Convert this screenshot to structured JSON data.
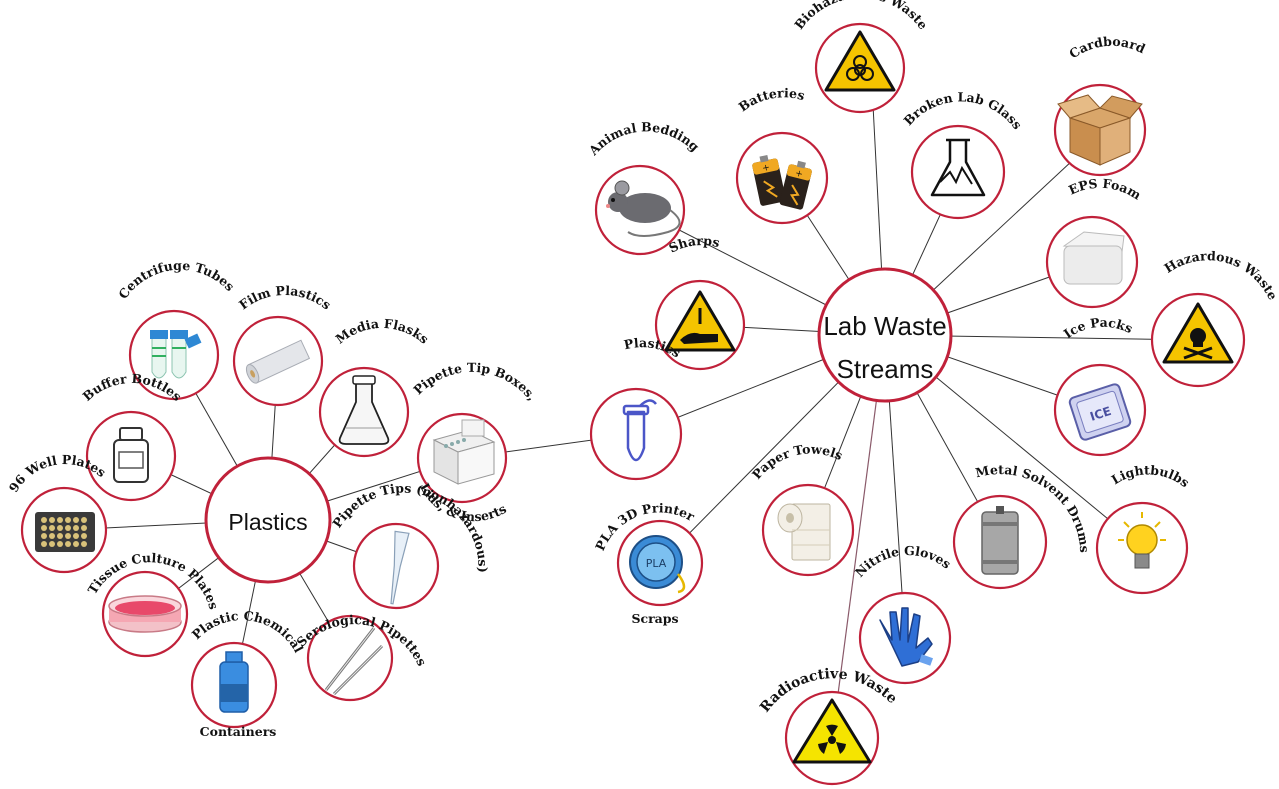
{
  "hubs": {
    "lab": {
      "line1": "Lab Waste",
      "line2": "Streams"
    },
    "plastics": {
      "label": "Plastics"
    }
  },
  "nodes": {
    "biohazardous": {
      "label": "Biohazardous Waste",
      "icon": "biohazard-icon"
    },
    "cardboard": {
      "label": "Cardboard",
      "icon": "cardboard-box-icon"
    },
    "batteries": {
      "label": "Batteries",
      "icon": "batteries-icon"
    },
    "broken_glass": {
      "label": "Broken Lab Glass",
      "icon": "broken-flask-icon"
    },
    "animal_bedding": {
      "label": "Animal Bedding",
      "icon": "mouse-icon"
    },
    "eps_foam": {
      "label": "EPS Foam",
      "icon": "foam-block-icon"
    },
    "hazardous": {
      "label": "Hazardous Waste",
      "icon": "skull-crossbones-icon"
    },
    "sharps": {
      "label": "Sharps",
      "icon": "sharps-warning-icon"
    },
    "ice_packs": {
      "label": "Ice Packs",
      "icon": "ice-pack-icon",
      "icon_text": "ICE"
    },
    "plastics_link": {
      "label": "Plastics",
      "icon": "microtube-icon"
    },
    "lightbulbs": {
      "label": "Lightbulbs",
      "icon": "lightbulb-icon"
    },
    "metal_drums": {
      "label": "Metal Solvent Drums",
      "icon": "keg-icon"
    },
    "paper_towels": {
      "label": "Paper Towels",
      "icon": "paper-towel-roll-icon"
    },
    "pla_printer": {
      "label_top": "PLA 3D Printer",
      "label_bottom": "Scraps",
      "icon": "filament-spool-icon",
      "icon_text": "PLA"
    },
    "nitrile_gloves": {
      "label": "Nitrile Gloves",
      "icon": "glove-icon"
    },
    "radioactive": {
      "label": "Radioactive Waste",
      "icon": "radiation-icon"
    },
    "centrifuge_tubes": {
      "label": "Centrifuge Tubes",
      "icon": "centrifuge-tubes-icon"
    },
    "film_plastics": {
      "label": "Film Plastics",
      "icon": "film-roll-icon"
    },
    "media_flasks": {
      "label": "Media Flasks",
      "icon": "erlenmeyer-flask-icon"
    },
    "buffer_bottles": {
      "label": "Buffer Bottles",
      "icon": "bottle-icon"
    },
    "pipette_tip_boxes": {
      "label_top": "Pipette Tip Boxes,",
      "label_bottom": "Lids, & Inserts",
      "icon": "tip-box-icon"
    },
    "well_plates": {
      "label": "96 Well Plates",
      "icon": "well-plate-icon"
    },
    "pipette_tips": {
      "label": "Pipette Tips (nonhazardous)",
      "icon": "pipette-tip-icon"
    },
    "tissue_culture": {
      "label": "Tissue Culture Plates",
      "icon": "petri-dish-icon"
    },
    "serological": {
      "label": "Serological Pipettes",
      "icon": "serological-pipettes-icon"
    },
    "chemical_containers": {
      "label_top": "Plastic Chemical",
      "label_bottom": "Containers",
      "icon": "chemical-jug-icon"
    }
  },
  "colors": {
    "ring": "#c0213a",
    "warning_yellow": "#f5c400",
    "line": "#333333"
  }
}
